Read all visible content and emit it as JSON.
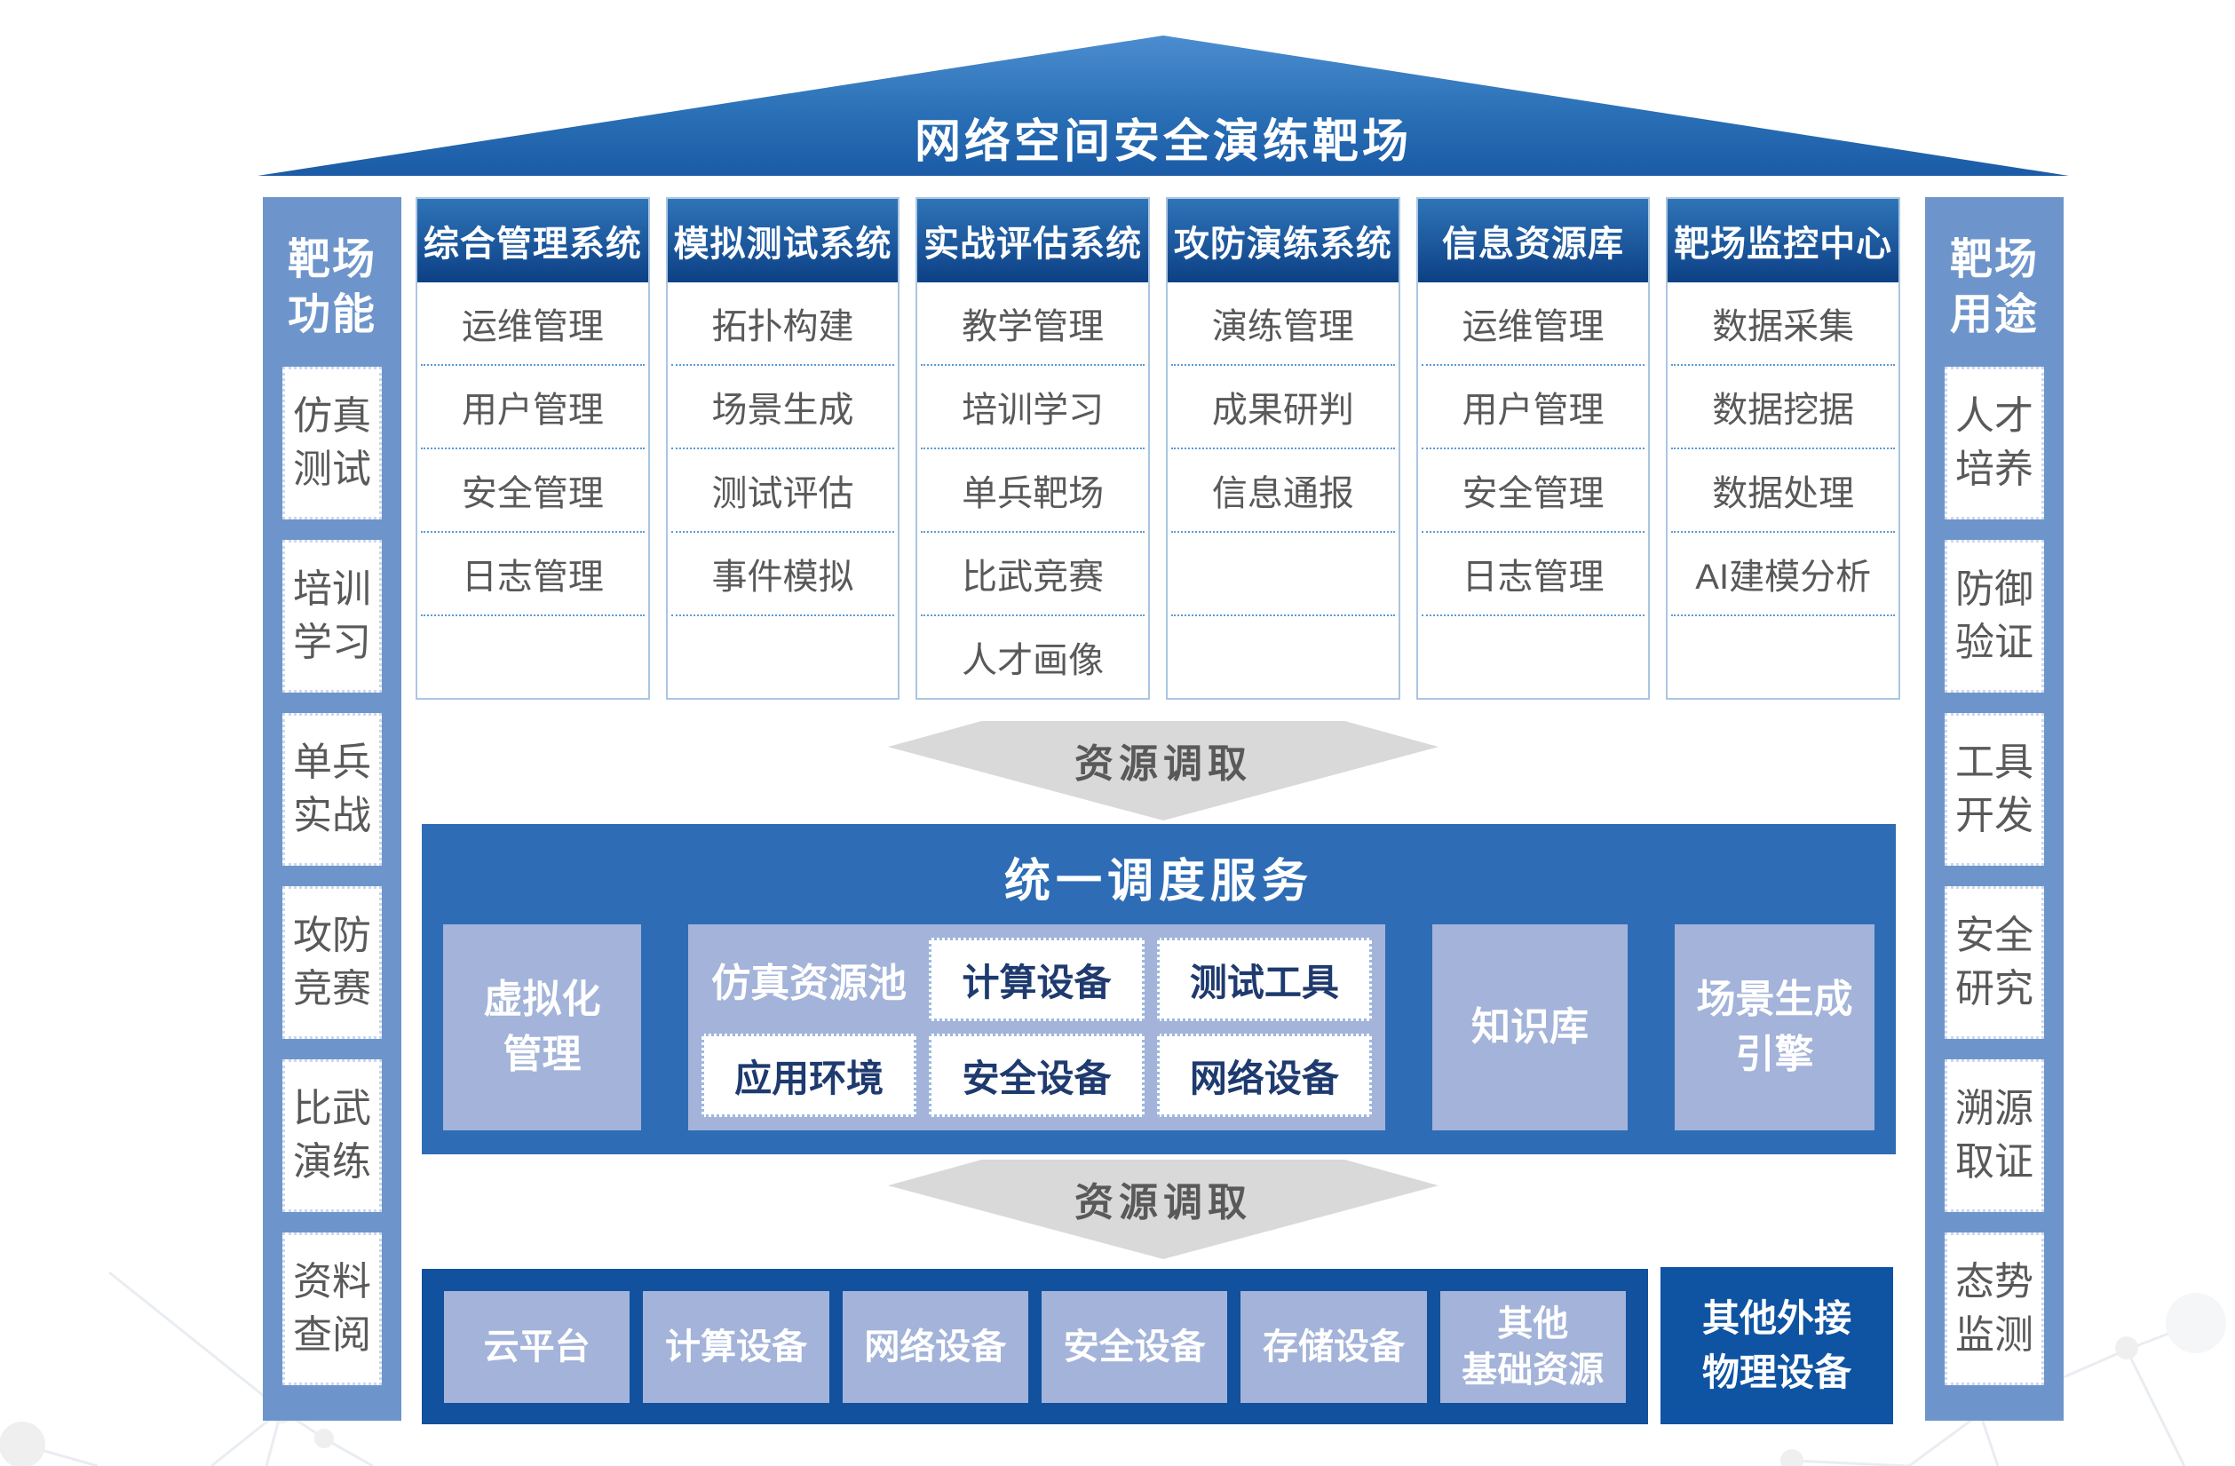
{
  "title": "网络空间安全演练靶场",
  "left_sidebar": {
    "header": "靶场\n功能",
    "items": [
      "仿真\n测试",
      "培训\n学习",
      "单兵\n实战",
      "攻防\n竞赛",
      "比武\n演练",
      "资料\n查阅"
    ]
  },
  "right_sidebar": {
    "header": "靶场\n用途",
    "items": [
      "人才\n培养",
      "防御\n验证",
      "工具\n开发",
      "安全\n研究",
      "溯源\n取证",
      "态势\n监测"
    ]
  },
  "systems": [
    {
      "header": "综合管理系统",
      "items": [
        "运维管理",
        "用户管理",
        "安全管理",
        "日志管理"
      ]
    },
    {
      "header": "模拟测试系统",
      "items": [
        "拓扑构建",
        "场景生成",
        "测试评估",
        "事件模拟"
      ]
    },
    {
      "header": "实战评估系统",
      "items": [
        "教学管理",
        "培训学习",
        "单兵靶场",
        "比武竞赛",
        "人才画像"
      ]
    },
    {
      "header": "攻防演练系统",
      "items": [
        "演练管理",
        "成果研判",
        "信息通报"
      ]
    },
    {
      "header": "信息资源库",
      "items": [
        "运维管理",
        "用户管理",
        "安全管理",
        "日志管理"
      ]
    },
    {
      "header": "靶场监控中心",
      "items": [
        "数据采集",
        "数据挖据",
        "数据处理",
        "AI建模分析"
      ]
    }
  ],
  "arrows": {
    "label": "资源调取"
  },
  "scheduler": {
    "title": "统一调度服务",
    "virtualization": "虚拟化\n管理",
    "pool": {
      "label": "仿真资源池",
      "row1": [
        "计算设备",
        "测试工具"
      ],
      "row2": [
        "应用环境",
        "安全设备",
        "网络设备"
      ]
    },
    "knowledge": "知识库",
    "scene_engine": "场景生成\n引擎"
  },
  "infrastructure": {
    "blocks": [
      "云平台",
      "计算设备",
      "网络设备",
      "安全设备",
      "存储设备",
      "其他\n基础资源"
    ],
    "external": "其他外接\n物理设备"
  },
  "colors": {
    "roof_blue": "#2a70b6",
    "sidebar_blue": "#6e95cb",
    "header_gradient_top": "#2f74b8",
    "header_gradient_bottom": "#0d4085",
    "scheduler_band": "#2e6db5",
    "infra_band": "#11519e",
    "periwinkle_block": "#a3b3d9",
    "arrow_gray": "#d9d9d9",
    "item_text_gray": "#595959",
    "box_text_navy": "#1e3a6e"
  }
}
